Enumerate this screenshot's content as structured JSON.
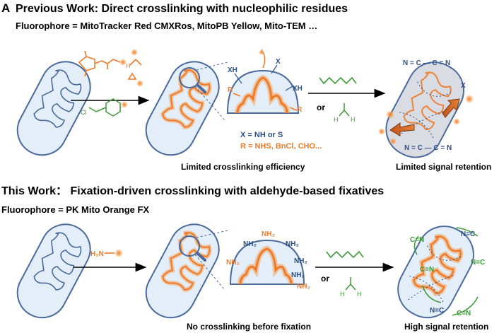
{
  "panel_a": {
    "panel_label": "A",
    "heading": "Previous Work: Direct crosslinking with nucleophilic residues",
    "fluorophore_line": "Fluorophore = MitoTracker Red CMXRos, MitoPB Yellow, Mito-TEM …",
    "zoom_labels": {
      "xh_top": "XH",
      "x_top": "X",
      "xh_right": "XH",
      "r_left": "R",
      "r_right": "R"
    },
    "legend_x": "X = NH or S",
    "legend_r": "R = NHS, BnCl, CHO...",
    "reagent_or": "or",
    "formaldehyde_h1": "H",
    "formaldehyde_h2": "H",
    "reactant_cl": "Cl",
    "reactant_h": "H",
    "crosslink_top": "N = C — C = N",
    "crosslink_bottom": "N = C — C = N",
    "crosslink_x": "X",
    "caption_middle": "Limited crosslinking efficiency",
    "caption_right": "Limited signal retention"
  },
  "panel_b": {
    "heading": "This Work： Fixation-driven crosslinking with aldehyde-based fixatives",
    "fluorophore_line": "Fluorophore = PK Mito Orange FX",
    "amine_reagent": "H₂N",
    "amine_labels": [
      "NH₂",
      "NH₂",
      "NH₂",
      "NH₂",
      "NH₂",
      "NH₂",
      "NH₂"
    ],
    "reagent_or": "or",
    "formaldehyde_h1": "H",
    "formaldehyde_h2": "H",
    "crosslink_labels": [
      "C=N",
      "N=C",
      "C=N",
      "N=C",
      "N=C",
      "C=N"
    ],
    "caption_middle": "No crosslinking before fixation",
    "caption_right": "High signal retention"
  },
  "colors": {
    "membrane_blue": "#4a6a9c",
    "matrix_fill": "#e3eef8",
    "orange": "#f07a28",
    "glow": "#f6a35a",
    "green": "#3f9a3a",
    "navy": "#2c4f86",
    "text": "#000000"
  }
}
